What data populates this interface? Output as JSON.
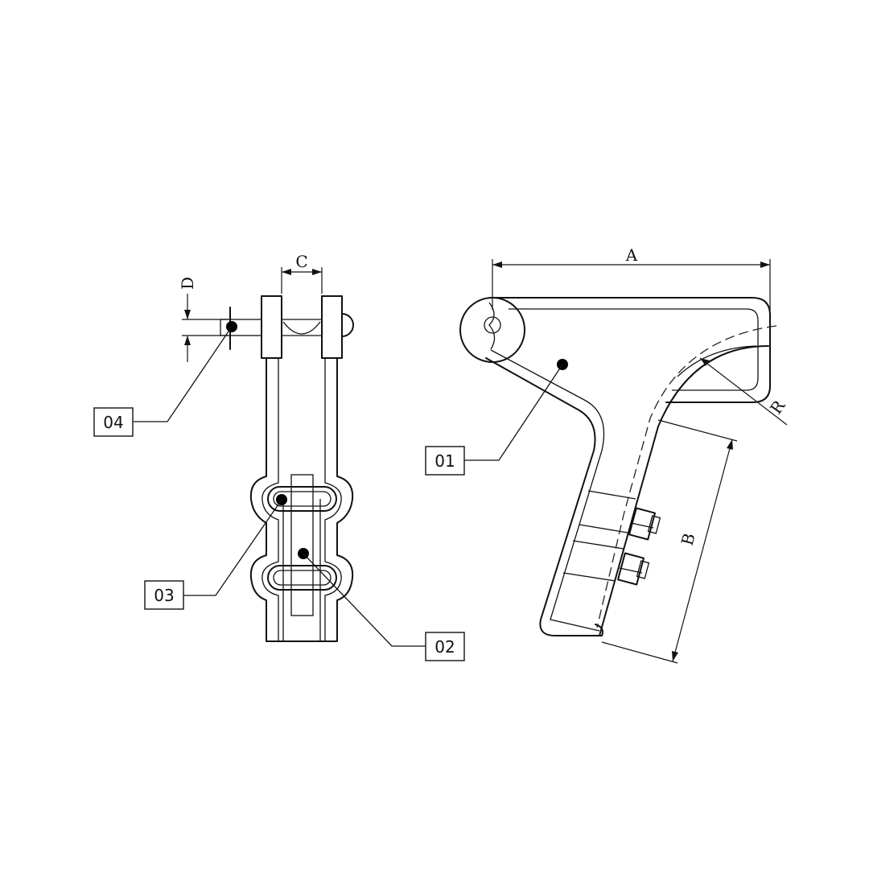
{
  "dimensions": {
    "a": "A",
    "b": "B",
    "c": "C",
    "d": "D",
    "r": "R"
  },
  "callouts": [
    {
      "id": "01",
      "label": "01"
    },
    {
      "id": "02",
      "label": "02"
    },
    {
      "id": "03",
      "label": "03"
    },
    {
      "id": "04",
      "label": "04"
    }
  ]
}
